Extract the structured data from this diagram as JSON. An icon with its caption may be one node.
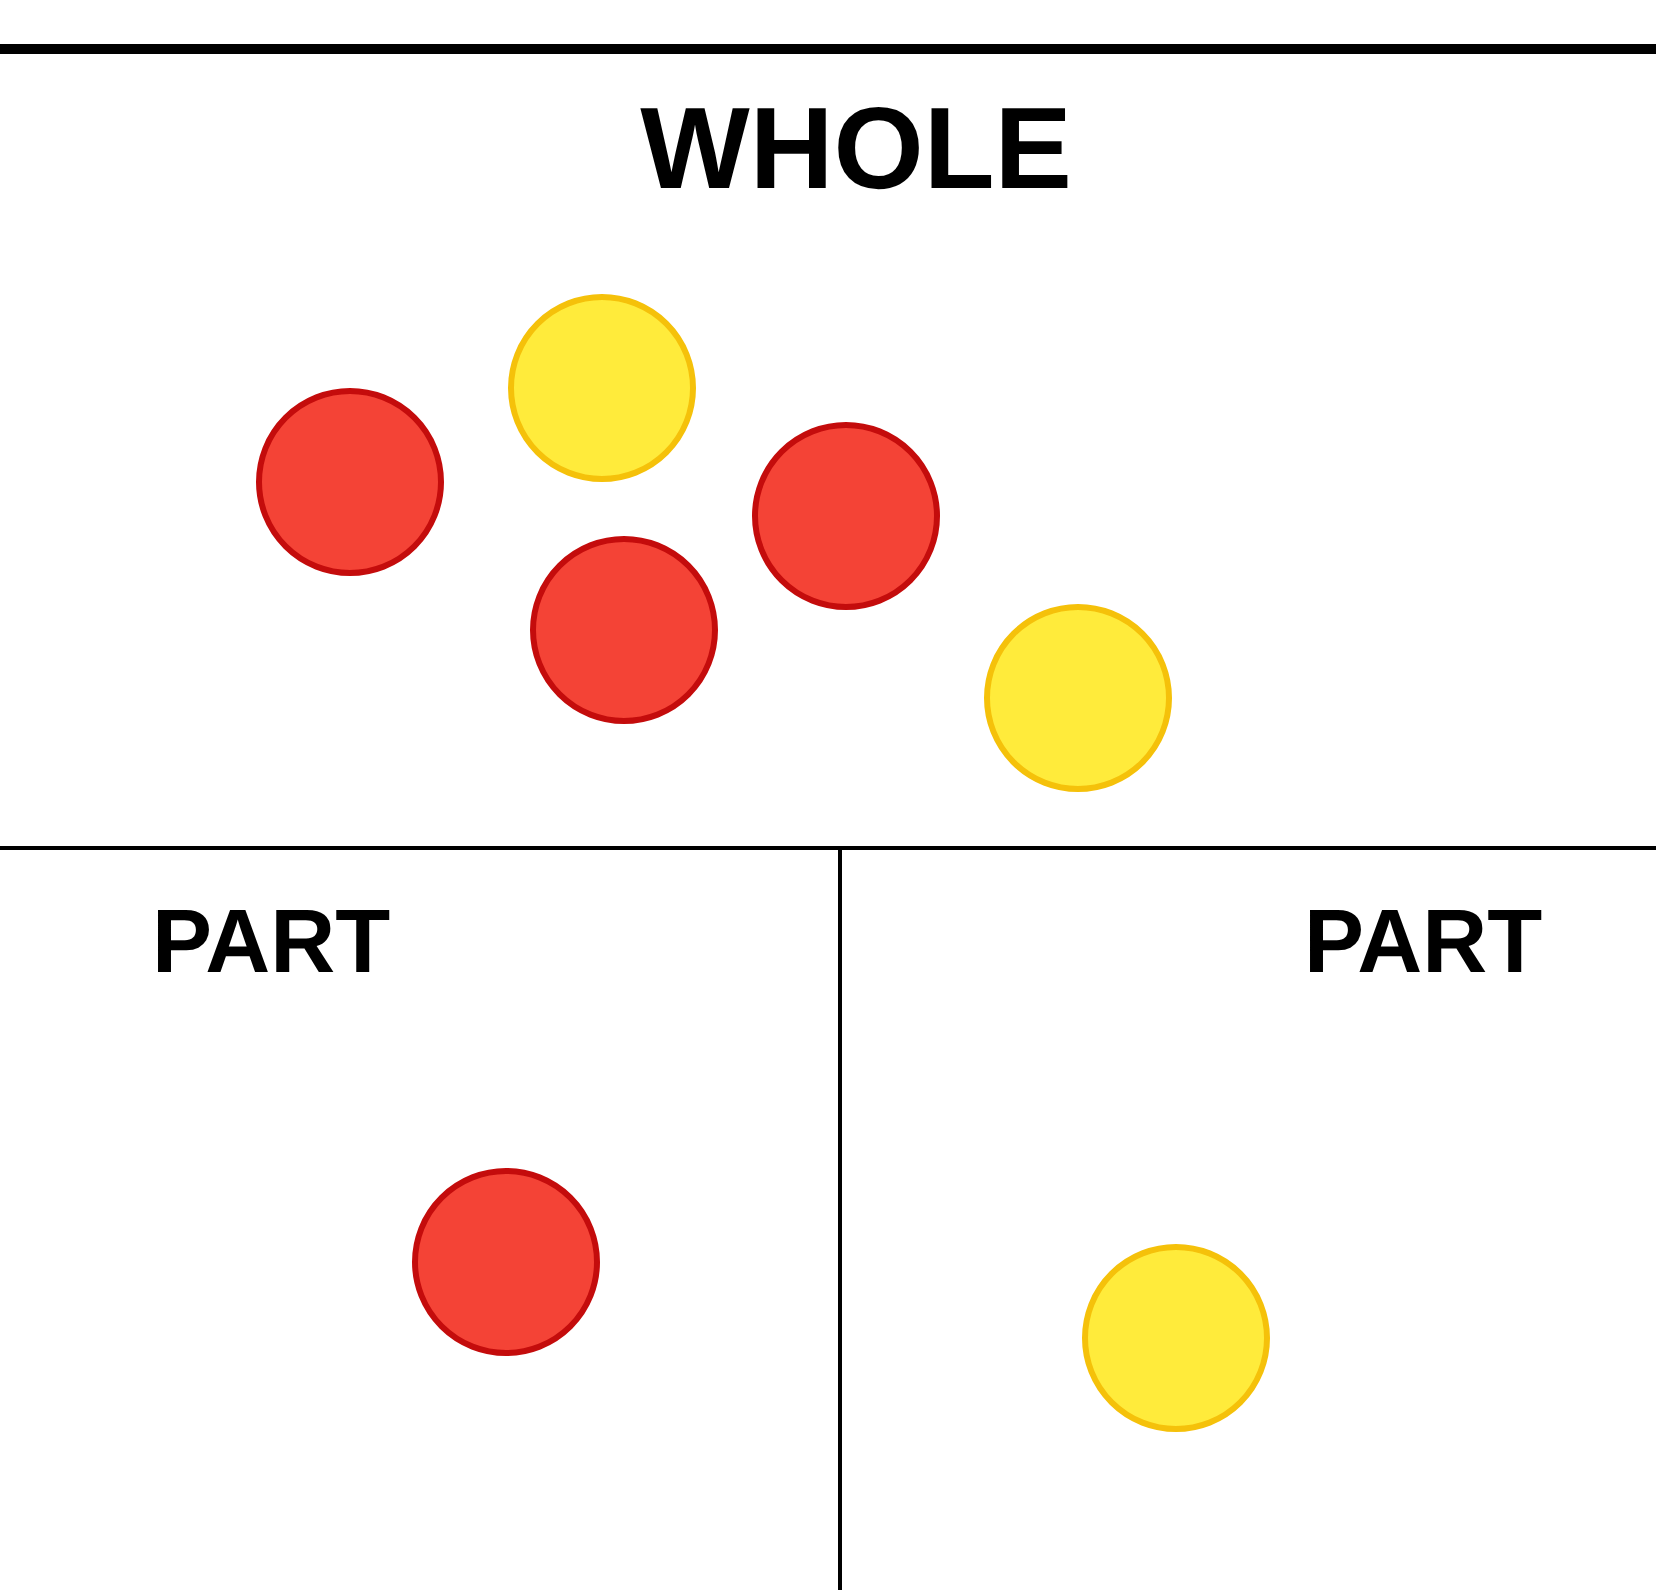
{
  "diagram": {
    "nodes": [
      {
        "text": [
          "WHOLE"
        ]
      },
      {
        "text": [],
        "shape": "circle",
        "in": 0
      },
      {
        "text": [],
        "shape": "circle",
        "in": 0
      },
      {
        "text": [],
        "shape": "circle",
        "in": 0
      },
      {
        "text": [],
        "shape": "circle",
        "in": 0
      },
      {
        "text": [],
        "shape": "circle",
        "in": 0
      },
      {
        "text": [
          "PART"
        ]
      },
      {
        "text": [],
        "shape": "circle",
        "in": 6
      },
      {
        "text": [
          "PART"
        ]
      },
      {
        "text": [],
        "shape": "circle",
        "in": 8
      }
    ]
  }
}
